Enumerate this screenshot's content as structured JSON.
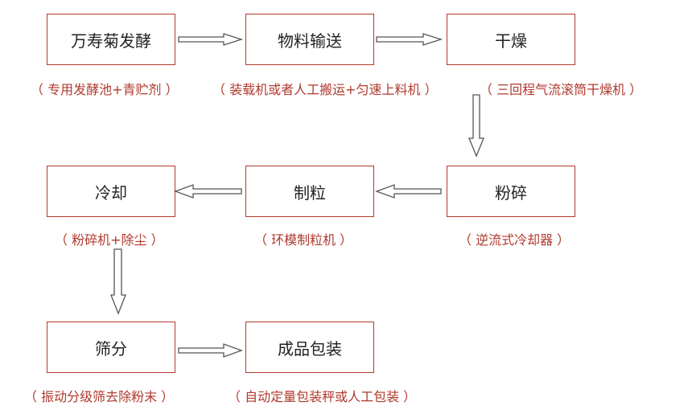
{
  "colors": {
    "box_border": "#b03a2e",
    "caption": "#b03a2e",
    "arrow": "#555555"
  },
  "steps": [
    {
      "name": "万寿菊发酵",
      "caption": "（ 专用发酵池+青贮剂 ）"
    },
    {
      "name": "物料输送",
      "caption": "（ 装载机或者人工搬运+匀速上料机 ）"
    },
    {
      "name": "干燥",
      "caption": "（ 三回程气流滚筒干燥机 ）"
    },
    {
      "name": "粉碎",
      "caption": "（ 逆流式冷却器 ）"
    },
    {
      "name": "制粒",
      "caption": "（ 环模制粒机 ）"
    },
    {
      "name": "冷却",
      "caption": "（ 粉碎机+除尘 ）"
    },
    {
      "name": "筛分",
      "caption": "（ 振动分级筛去除粉末 ）"
    },
    {
      "name": "成品包装",
      "caption": "（ 自动定量包装秤或人工包装 ）"
    }
  ],
  "arrows": [
    {
      "from": 0,
      "to": 1,
      "direction": "right"
    },
    {
      "from": 1,
      "to": 2,
      "direction": "right"
    },
    {
      "from": 2,
      "to": 3,
      "direction": "down"
    },
    {
      "from": 3,
      "to": 4,
      "direction": "left"
    },
    {
      "from": 4,
      "to": 5,
      "direction": "left"
    },
    {
      "from": 5,
      "to": 6,
      "direction": "down"
    },
    {
      "from": 6,
      "to": 7,
      "direction": "right"
    }
  ]
}
